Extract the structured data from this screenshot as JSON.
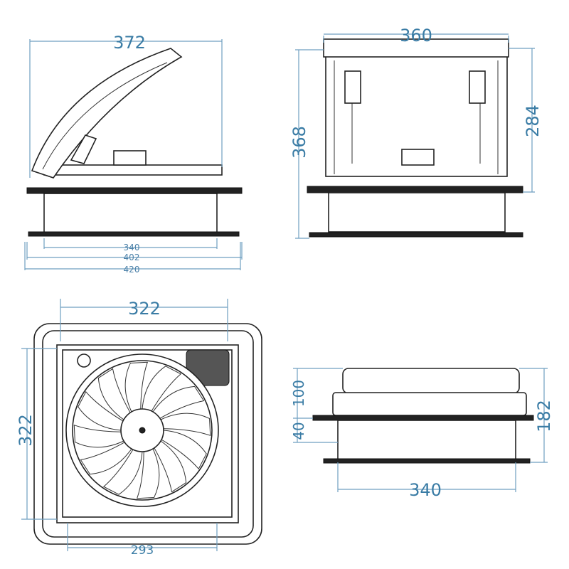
{
  "title": "Roof vent fan dimension drawing",
  "colors": {
    "dimension": "#3a7ca5",
    "line": "#222222"
  },
  "views": {
    "side_open": {
      "width_top": "372",
      "dims_bottom": [
        "340",
        "402",
        "420"
      ]
    },
    "front_open": {
      "width": "360",
      "height_total": "368",
      "height_open": "284"
    },
    "top": {
      "width": "322",
      "height": "322",
      "inner_width": "293"
    },
    "side_closed": {
      "lid_height": "100",
      "flange_height": "40",
      "total_height": "182",
      "base_width": "340"
    }
  }
}
